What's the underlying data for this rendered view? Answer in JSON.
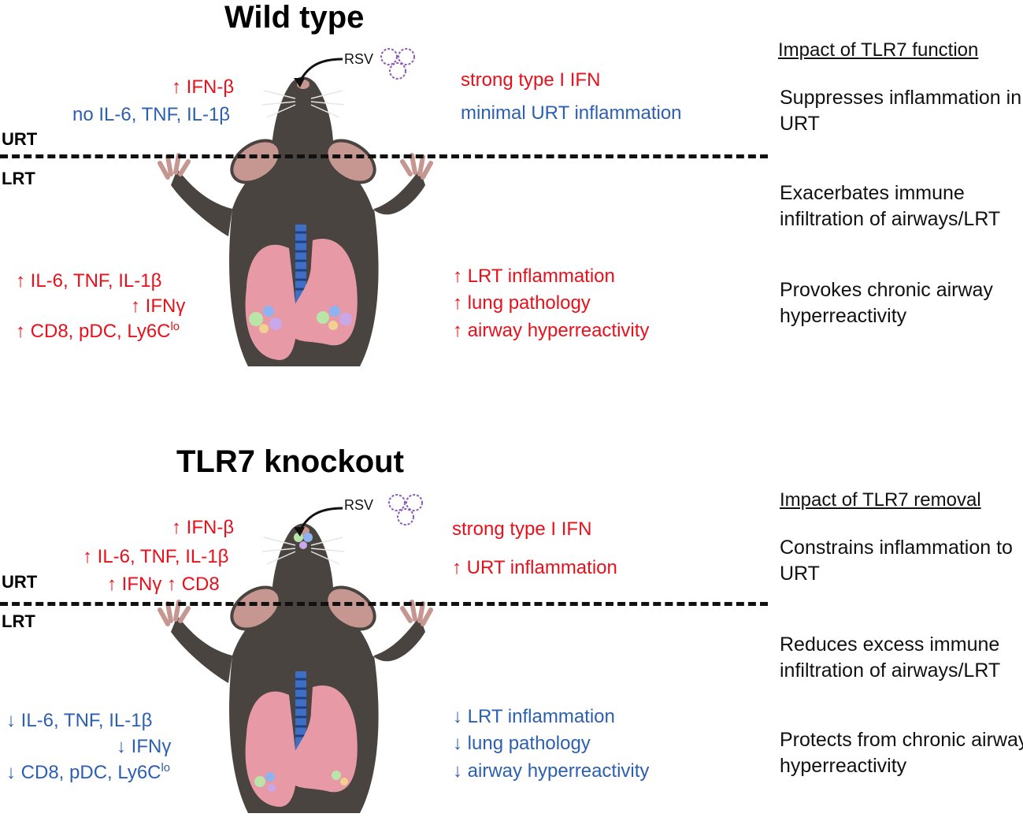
{
  "panels": [
    {
      "title": "Wild type",
      "virus_label": "RSV",
      "urt_label": "URT",
      "lrt_label": "LRT",
      "urt_left": [
        "↑ IFN-β",
        "no IL-6, TNF, IL-1β"
      ],
      "urt_right": [
        "strong type I IFN",
        "minimal URT inflammation"
      ],
      "lrt_left": [
        "↑ IL-6, TNF, IL-1β",
        "↑ IFNγ",
        "↑ CD8, pDC, Ly6C",
        "lo"
      ],
      "lrt_right": [
        "↑ LRT inflammation",
        "↑ lung pathology",
        "↑ airway hyperreactivity"
      ],
      "impact_heading": "Impact of TLR7 function",
      "impacts": [
        "Suppresses inflammation in URT",
        "Exacerbates immune infiltration of airways/LRT",
        "Provokes chronic airway hyperreactivity"
      ]
    },
    {
      "title": "TLR7 knockout",
      "virus_label": "RSV",
      "urt_label": "URT",
      "lrt_label": "LRT",
      "urt_left": [
        "↑ IFN-β",
        "↑ IL-6, TNF, IL-1β",
        "↑ IFNγ ↑ CD8"
      ],
      "urt_right": [
        "strong type I IFN",
        "↑ URT inflammation"
      ],
      "lrt_left": [
        "↓ IL-6, TNF, IL-1β",
        "↓ IFNγ",
        "↓ CD8, pDC, Ly6C",
        "lo"
      ],
      "lrt_right": [
        "↓ LRT inflammation",
        "↓ lung pathology",
        "↓ airway hyperreactivity"
      ],
      "impact_heading": "Impact of TLR7 removal",
      "impacts": [
        "Constrains inflammation to URT",
        "Reduces excess immune infiltration of airways/LRT",
        "Protects from chronic airway hyperreactivity"
      ]
    }
  ],
  "colors": {
    "increase": "#e8101a",
    "decrease": "#2d5fb0",
    "mouse": "#4a4440",
    "lung": "#e79aa6",
    "trachea": "#3f6fc4",
    "virus": "#8a5bb8"
  },
  "icons": [
    "mouse-illustration",
    "virus-icon",
    "arrow-icon"
  ]
}
